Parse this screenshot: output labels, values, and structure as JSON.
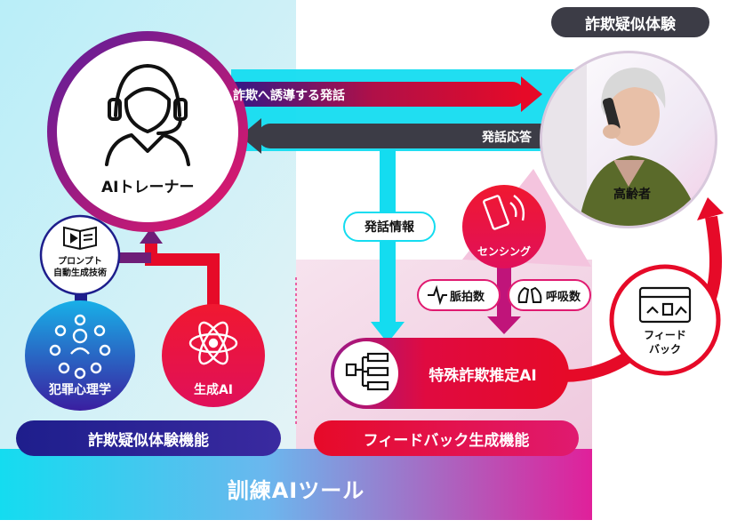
{
  "trainer": {
    "label": "AIトレーナー",
    "icon": "headset-person-icon"
  },
  "tool_title": "訓練AIツール",
  "section_left": "詐欺疑似体験機能",
  "section_right": "フィードバック生成機能",
  "criminal_psychology": {
    "label": "犯罪心理学",
    "icon": "network-people-icon"
  },
  "generative_ai": {
    "label": "生成AI",
    "icon": "atom-icon"
  },
  "prompt_tech": {
    "label_line1": "プロンプト",
    "label_line2": "自動生成技術",
    "icon": "book-icon"
  },
  "arrow_scam_speech": "詐欺へ誘導する発話",
  "arrow_response": "発話応答",
  "speech_info": "発話情報",
  "sensing": {
    "label": "センシング",
    "icon": "sensor-icon"
  },
  "pulse": {
    "label": "脈拍数",
    "icon": "heartbeat-icon"
  },
  "breathing": {
    "label": "呼吸数",
    "icon": "lungs-icon"
  },
  "estimation_ai": {
    "label": "特殊詐欺推定AI",
    "icon": "flowchart-icon"
  },
  "feedback": {
    "label_line1": "フィード",
    "label_line2": "バック",
    "icon": "dashboard-icon"
  },
  "experience_title": "詐欺疑似体験",
  "elderly_label": "高齢者",
  "colors": {
    "navy": "#1e1e8c",
    "red": "#e60a28",
    "cyan": "#14dcf0",
    "purple": "#6e1e78"
  }
}
